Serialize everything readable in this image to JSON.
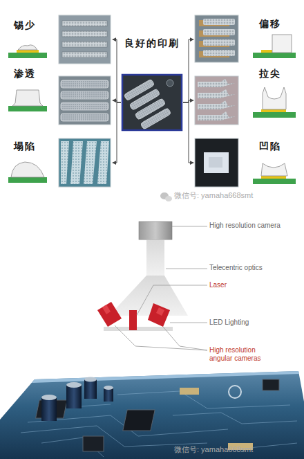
{
  "diagram": {
    "nodes": [
      {
        "text": [
          "良好的印刷"
        ]
      },
      {
        "text": [
          "锡少"
        ]
      },
      {
        "text": [
          "渗透"
        ]
      },
      {
        "text": [
          "塌陷"
        ]
      },
      {
        "text": [
          "偏移"
        ]
      },
      {
        "text": [
          "拉尖"
        ]
      },
      {
        "text": [
          "凹陷"
        ]
      }
    ],
    "edges": [
      {
        "from": 0,
        "to": 1,
        "arrow": "to"
      },
      {
        "from": 0,
        "to": 2,
        "arrow": "to"
      },
      {
        "from": 0,
        "to": 3,
        "arrow": "to"
      },
      {
        "from": 0,
        "to": 4,
        "arrow": "to"
      },
      {
        "from": 0,
        "to": 5,
        "arrow": "to"
      },
      {
        "from": 0,
        "to": 6,
        "arrow": "to"
      }
    ],
    "labels": [
      "微信号: yamaha668smt",
      "High resolution camera",
      "Telecentric optics",
      "Laser",
      "LED Lighting",
      "High resolution angular cameras",
      "微信号: yamaha668smt"
    ]
  }
}
